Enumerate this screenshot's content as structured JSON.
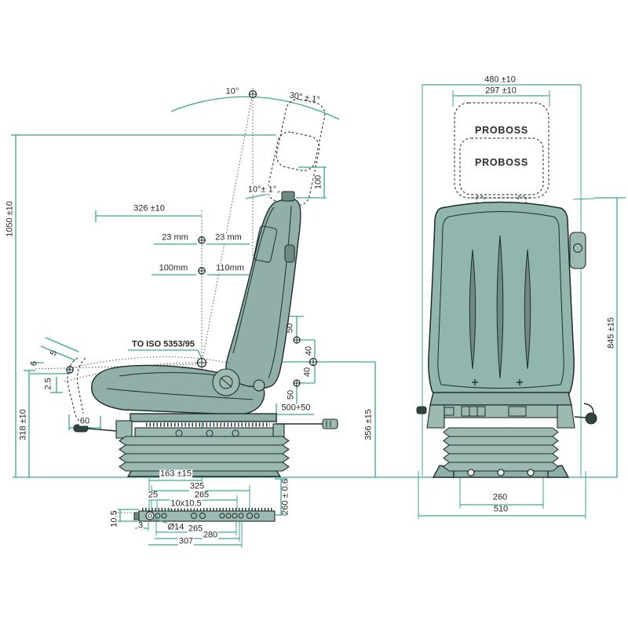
{
  "colors": {
    "dimension_line": "#3CA694",
    "outline": "#1e2d2b",
    "seat_fill": "#8fafa8",
    "label_text": "#262626"
  },
  "side": {
    "deg_fwd": "10°",
    "deg_back": "30° ± 1°",
    "deg_backrest": "10°± 1°",
    "headrest_travel": "100",
    "d326": "326 ±10",
    "d23l": "23 mm",
    "d23r": "23 mm",
    "d100l": "100mm",
    "d110r": "110mm",
    "iso": "TO ISO 5353/95",
    "d50top": "50",
    "d40top": "40",
    "d40bot": "40",
    "d50bot": "50",
    "d500": "500+50",
    "d356": "356 ±15",
    "d1050": "1050 ±10",
    "d318": "318 ±10",
    "d6": "6",
    "d5": "5",
    "d2_5": "2.5",
    "d60": "60",
    "rail": {
      "d163": "163 ±15",
      "d325": "325",
      "d25": "25",
      "d265top": "265",
      "holes": "10x10.5",
      "d260": "260 ± 0.6",
      "d10_5": "10.5",
      "d3": "3",
      "dia": "Ø14",
      "d265bot": "265",
      "d280": "280",
      "d307": "307"
    }
  },
  "front": {
    "d480": "480 ±10",
    "d297": "297 ±10",
    "brand_top": "PROBOSS",
    "brand_bottom": "PROBOSS",
    "d845": "845 ±15",
    "d260": "260",
    "d510": "510"
  }
}
